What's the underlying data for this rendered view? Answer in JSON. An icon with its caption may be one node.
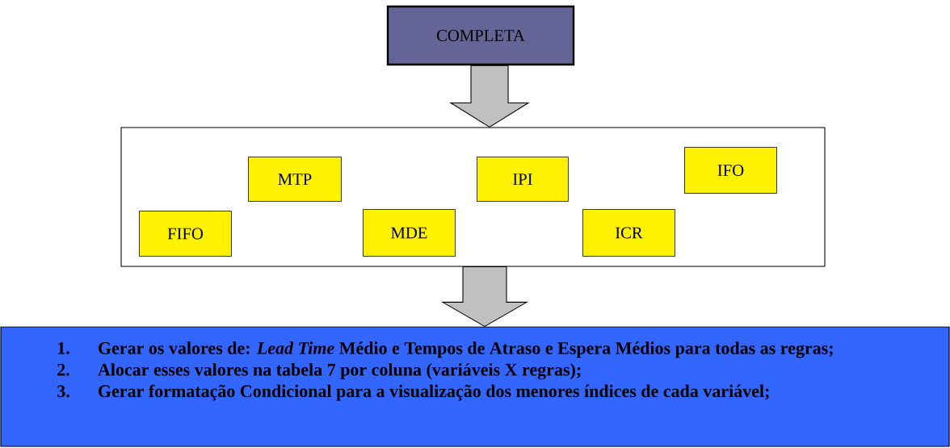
{
  "diagram": {
    "nodes": [
      {
        "text": [
          "COMPLETA"
        ]
      },
      {
        "text": [],
        "shape": "box"
      },
      {
        "text": [
          "MTP"
        ],
        "in": 1
      },
      {
        "text": [
          "IPI"
        ],
        "in": 1
      },
      {
        "text": [
          "IFO"
        ],
        "in": 1
      },
      {
        "text": [
          "FIFO"
        ],
        "in": 1
      },
      {
        "text": [
          "MDE"
        ],
        "in": 1
      },
      {
        "text": [
          "ICR"
        ],
        "in": 1
      },
      {
        "text": [
          "1.",
          "Gerar os valores de: *Lead Time* Médio e Tempos de Atraso e Espera Médios para todas as regras;",
          "2.",
          "Alocar esses valores na tabela 7 por coluna (variáveis X regras);",
          "3.",
          "Gerar formatação Condicional para a visualização dos menores índices de cada variável;"
        ]
      }
    ],
    "edges": [
      {
        "from": 0,
        "to": 1,
        "arrow": "to"
      },
      {
        "from": 1,
        "to": 8,
        "arrow": "to"
      }
    ]
  }
}
